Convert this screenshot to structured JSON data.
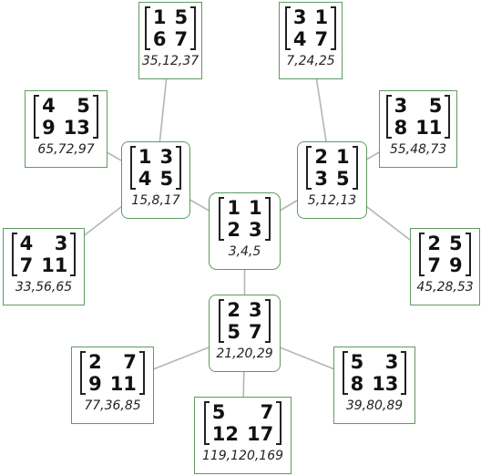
{
  "nodes": [
    {
      "id": "root",
      "matrix": [
        [
          "1",
          "1"
        ],
        [
          "2",
          "3"
        ]
      ],
      "label": "3,4,5"
    },
    {
      "id": "left",
      "matrix": [
        [
          "1",
          "3"
        ],
        [
          "4",
          "5"
        ]
      ],
      "label": "15,8,17"
    },
    {
      "id": "right",
      "matrix": [
        [
          "2",
          "1"
        ],
        [
          "3",
          "5"
        ]
      ],
      "label": "5,12,13"
    },
    {
      "id": "bottom",
      "matrix": [
        [
          "2",
          "3"
        ],
        [
          "5",
          "7"
        ]
      ],
      "label": "21,20,29"
    },
    {
      "id": "l1",
      "matrix": [
        [
          "1",
          "5"
        ],
        [
          "6",
          "7"
        ]
      ],
      "label": "35,12,37"
    },
    {
      "id": "l2",
      "matrix": [
        [
          "4",
          "5"
        ],
        [
          "9",
          "13"
        ]
      ],
      "label": "65,72,97"
    },
    {
      "id": "l3",
      "matrix": [
        [
          "4",
          "3"
        ],
        [
          "7",
          "11"
        ]
      ],
      "label": "33,56,65"
    },
    {
      "id": "r1",
      "matrix": [
        [
          "3",
          "1"
        ],
        [
          "4",
          "7"
        ]
      ],
      "label": "7,24,25"
    },
    {
      "id": "r2",
      "matrix": [
        [
          "3",
          "5"
        ],
        [
          "8",
          "11"
        ]
      ],
      "label": "55,48,73"
    },
    {
      "id": "r3",
      "matrix": [
        [
          "2",
          "5"
        ],
        [
          "7",
          "9"
        ]
      ],
      "label": "45,28,53"
    },
    {
      "id": "b1",
      "matrix": [
        [
          "2",
          "7"
        ],
        [
          "9",
          "11"
        ]
      ],
      "label": "77,36,85"
    },
    {
      "id": "b2",
      "matrix": [
        [
          "5",
          "7"
        ],
        [
          "12",
          "17"
        ]
      ],
      "label": "119,120,169"
    },
    {
      "id": "b3",
      "matrix": [
        [
          "5",
          "3"
        ],
        [
          "8",
          "13"
        ]
      ],
      "label": "39,80,89"
    }
  ],
  "edges": [
    [
      "root",
      "left"
    ],
    [
      "root",
      "right"
    ],
    [
      "root",
      "bottom"
    ],
    [
      "left",
      "l1"
    ],
    [
      "left",
      "l2"
    ],
    [
      "left",
      "l3"
    ],
    [
      "right",
      "r1"
    ],
    [
      "right",
      "r2"
    ],
    [
      "right",
      "r3"
    ],
    [
      "bottom",
      "b1"
    ],
    [
      "bottom",
      "b2"
    ],
    [
      "bottom",
      "b3"
    ]
  ],
  "colors": {
    "node_border": "#5f9b5f",
    "edge": "#b5b5b5",
    "text": "#111111"
  }
}
